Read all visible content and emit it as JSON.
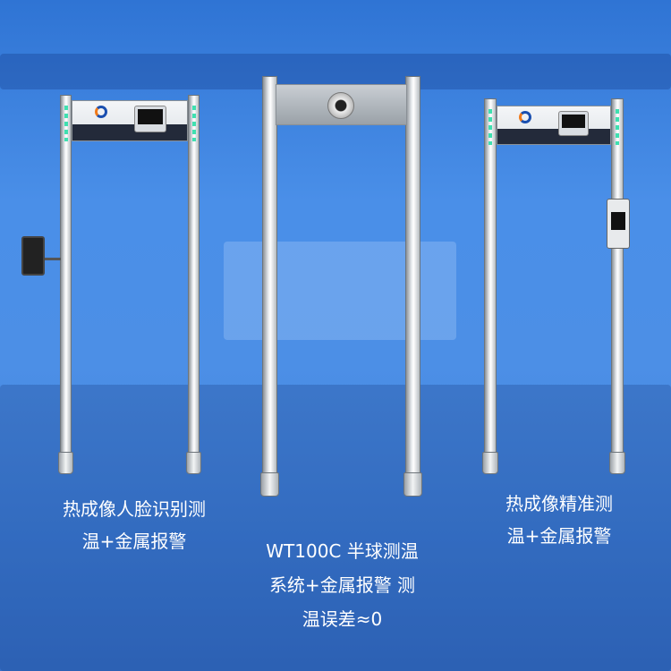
{
  "captions": {
    "left": [
      "热成像人脸识别测",
      "温+金属报警"
    ],
    "center": [
      "WT100C  半球测温",
      "系统+金属报警 测",
      "温误差≈0"
    ],
    "right": [
      "热成像精准测",
      "温+金属报警"
    ]
  },
  "colors": {
    "background": "#4a8fe8",
    "text": "#ffffff",
    "led": "#3fe0b0"
  }
}
